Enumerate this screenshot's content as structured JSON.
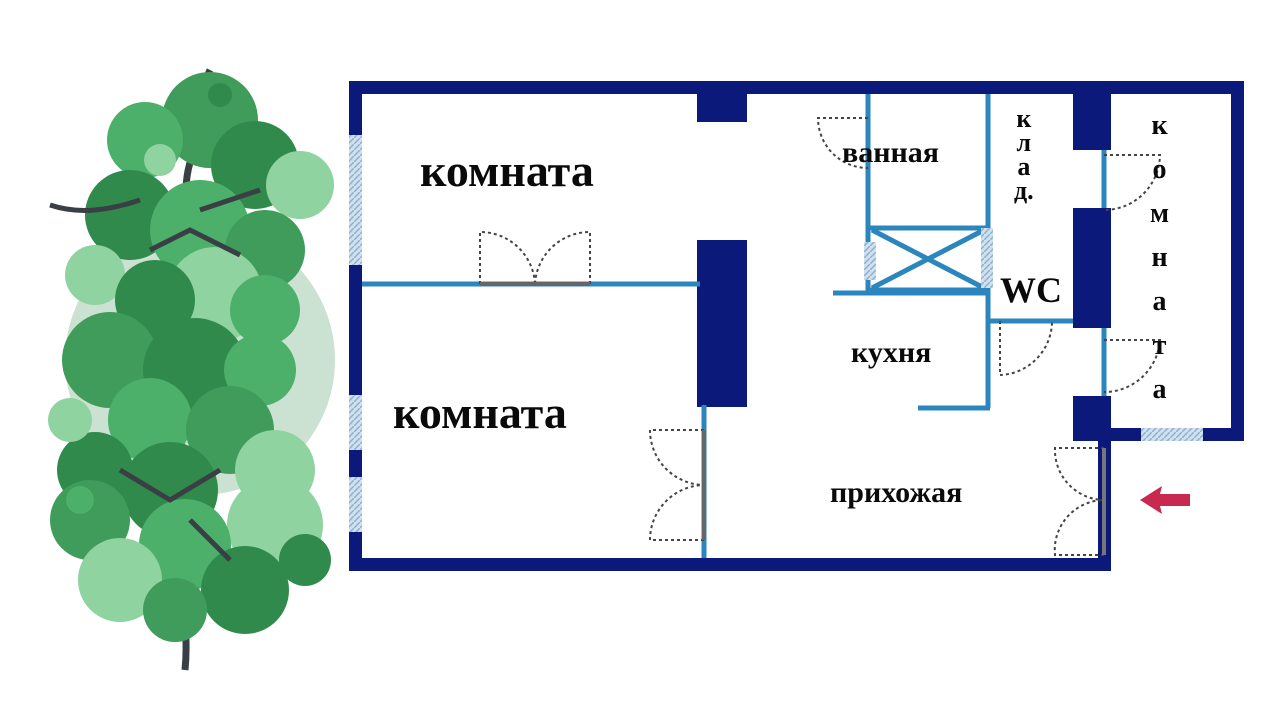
{
  "diagram": {
    "type": "floor-plan",
    "colors": {
      "outer_wall": "#0b1a7a",
      "inner_wall": "#2b86bd",
      "window": "#a9c4dd",
      "door_swing": "#444444",
      "entry_arrow": "#c8294f",
      "tree_dark": "#2f8a4c",
      "tree_mid": "#4caf6a",
      "tree_light": "#8fd3a0",
      "branch": "#3a3f45"
    },
    "rooms": {
      "room_top_left": "комната",
      "room_bottom_left": "комната",
      "bathroom": "ванная",
      "storage": [
        "к",
        "л",
        "а",
        "д."
      ],
      "wc": "WC",
      "kitchen": "кухня",
      "hallway": "прихожая",
      "room_right": [
        "к",
        "о",
        "м",
        "н",
        "а",
        "т",
        "а"
      ]
    },
    "entry_arrow_icon": "arrow-left-icon",
    "decoration_icon": "tree-icon"
  }
}
